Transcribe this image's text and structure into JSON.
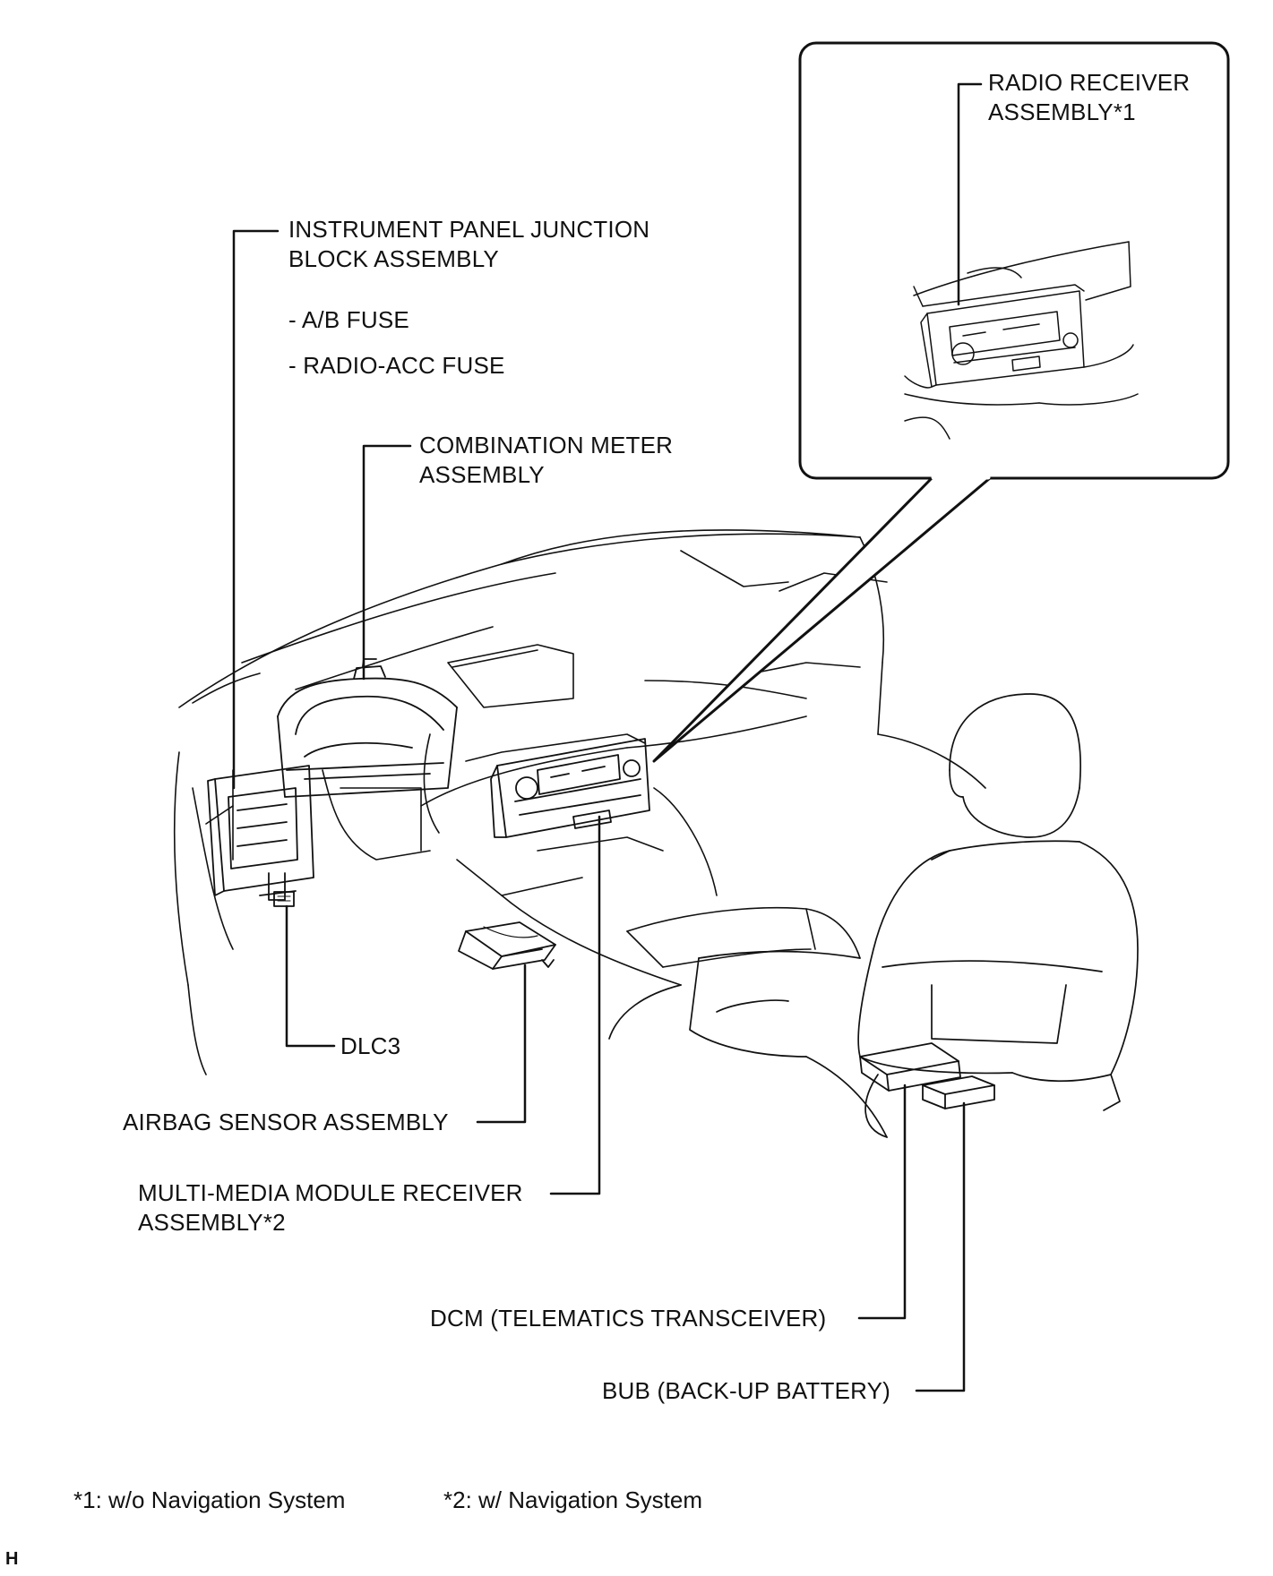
{
  "labels": {
    "radio_receiver": [
      "RADIO RECEIVER",
      "ASSEMBLY*1"
    ],
    "junction_block": [
      "INSTRUMENT PANEL JUNCTION",
      "BLOCK ASSEMBLY"
    ],
    "fuse_ab": "- A/B FUSE",
    "fuse_radio": "- RADIO-ACC FUSE",
    "combination_meter": [
      "COMBINATION METER",
      "ASSEMBLY"
    ],
    "dlc3": "DLC3",
    "airbag_sensor": "AIRBAG SENSOR ASSEMBLY",
    "multimedia_receiver": [
      "MULTI-MEDIA MODULE RECEIVER",
      "ASSEMBLY*2"
    ],
    "dcm": "DCM (TELEMATICS TRANSCEIVER)",
    "bub": "BUB (BACK-UP BATTERY)"
  },
  "footnotes": {
    "note1": "*1: w/o Navigation System",
    "note2": "*2: w/ Navigation System"
  },
  "corner_code": "H"
}
